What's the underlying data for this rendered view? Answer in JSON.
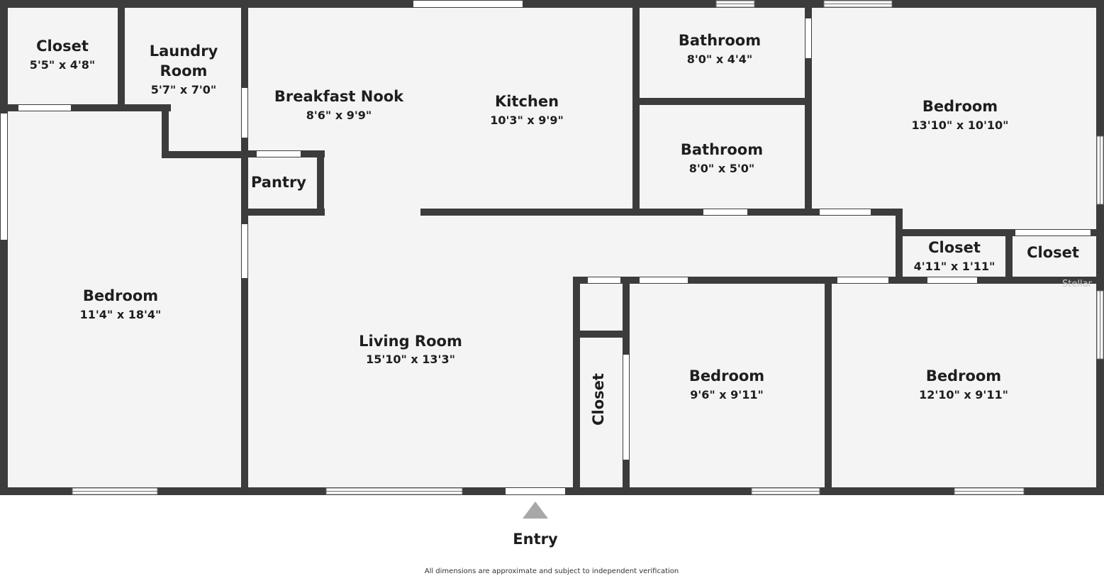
{
  "colors": {
    "floor": "#f4f4f4",
    "wall": "#3c3c3c",
    "opening": "#ffffff",
    "entry_arrow": "#a8a8a8"
  },
  "rooms": {
    "closet_tl": {
      "name": "Closet",
      "dims": "5'5\" x 4'8\""
    },
    "laundry": {
      "name1": "Laundry",
      "name2": "Room",
      "dims": "5'7\" x 7'0\""
    },
    "breakfast": {
      "name": "Breakfast Nook",
      "dims": "8'6\" x 9'9\""
    },
    "kitchen": {
      "name": "Kitchen",
      "dims": "10'3\" x 9'9\""
    },
    "bath1": {
      "name": "Bathroom",
      "dims": "8'0\" x 4'4\""
    },
    "bath2": {
      "name": "Bathroom",
      "dims": "8'0\" x 5'0\""
    },
    "bedroom_tr": {
      "name": "Bedroom",
      "dims": "13'10\" x 10'10\""
    },
    "pantry": {
      "name": "Pantry"
    },
    "bedroom_left": {
      "name": "Bedroom",
      "dims": "11'4\" x 18'4\""
    },
    "living": {
      "name": "Living Room",
      "dims": "15'10\" x 13'3\""
    },
    "closet_mid": {
      "name": "Closet",
      "dims": "4'11\" x 1'11\""
    },
    "closet_right": {
      "name": "Closet"
    },
    "closet_vert": {
      "name": "Closet"
    },
    "bedroom_mid": {
      "name": "Bedroom",
      "dims": "9'6\" x 9'11\""
    },
    "bedroom_br": {
      "name": "Bedroom",
      "dims": "12'10\" x 9'11\""
    }
  },
  "entry": {
    "label": "Entry"
  },
  "watermark": "Stellar",
  "disclaimer": "All dimensions are approximate and subject to independent verification"
}
